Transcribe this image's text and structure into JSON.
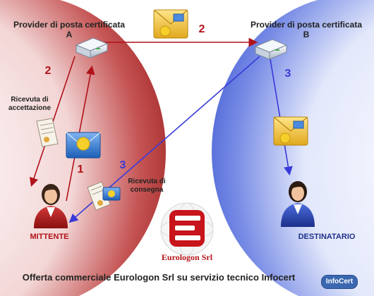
{
  "provider_a": {
    "title": "Provider di posta certificata",
    "letter": "A"
  },
  "provider_b": {
    "title": "Provider di posta certificata",
    "letter": "B"
  },
  "receipt_acceptance": "Ricevuta di accettazione",
  "receipt_delivery": "Ricevuta di consegna",
  "sender": "MITTENTE",
  "recipient": "DESTINATARIO",
  "steps": {
    "one": "1",
    "two_a": "2",
    "two_b": "2",
    "three_a": "3",
    "three_b": "3"
  },
  "logo": {
    "letter": "E",
    "name": "Eurologon Srl"
  },
  "footer": "Offerta commerciale Eurologon Srl su servizio tecnico Infocert",
  "badge": "InfoCert",
  "colors": {
    "red": "#b01219",
    "blue": "#3a3ad8",
    "left_sphere": "#b02727",
    "right_sphere": "#4b64d8"
  }
}
